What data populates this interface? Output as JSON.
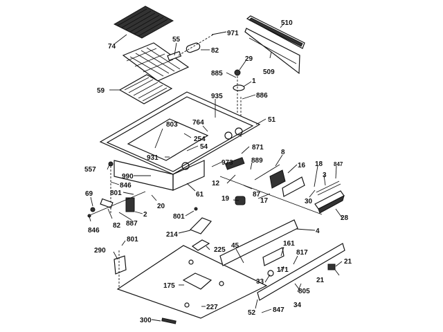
{
  "diagram": {
    "title": "Range exploded parts diagram",
    "labels": {
      "p74": "74",
      "p55": "55",
      "p82a": "82",
      "p971": "971",
      "p510": "510",
      "p509": "509",
      "p29": "29",
      "p885": "885",
      "p1": "1",
      "p886": "886",
      "p59": "59",
      "p935": "935",
      "p51": "51",
      "p764": "764",
      "p803": "803",
      "p254": "254",
      "p54": "54",
      "p931": "931",
      "p871": "871",
      "p973": "973",
      "p889": "889",
      "p8": "8",
      "p16": "16",
      "p18": "18",
      "p847a": "847",
      "p557": "557",
      "p990": "990",
      "p846a": "846",
      "p801a": "801",
      "p61": "61",
      "p12": "12",
      "p87": "87",
      "p3": "3",
      "p69": "69",
      "p20": "20",
      "p2": "2",
      "p17": "17",
      "p30": "30",
      "p19": "19",
      "p82b": "82",
      "p887": "887",
      "p846b": "846",
      "p28": "28",
      "p801b": "801",
      "p214": "214",
      "p4": "4",
      "p801c": "801",
      "p290": "290",
      "p225": "225",
      "p45": "45",
      "p161": "161",
      "p817": "817",
      "p171": "171",
      "p21a": "21",
      "p21b": "21",
      "p33": "33",
      "p175": "175",
      "p805": "805",
      "p34": "34",
      "p227": "227",
      "p52": "52",
      "p847b": "847",
      "p300": "300"
    }
  }
}
